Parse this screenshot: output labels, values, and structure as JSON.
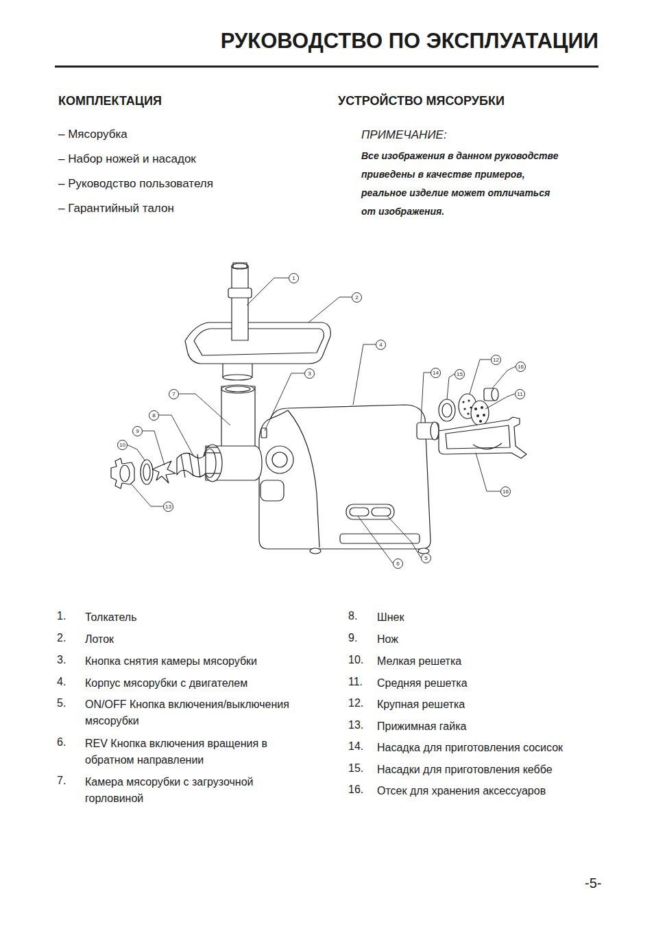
{
  "diagram": {
    "title": "РУКОВОДСТВО ПО ЭКСПЛУАТАЦИИ",
    "labels": [
      "КОМПЛЕКТАЦИЯ",
      "– Мясорубка",
      "– Набор ножей и насадок",
      "– Руководство пользователя",
      "– Гарантийный талон",
      "УСТРОЙСТВО МЯСОРУБКИ",
      "ПРИМЕЧАНИЕ:",
      "Все изображения в данном руководстве приведены в качестве примеров, реальное изделие может отличаться от изображения.",
      "1",
      "2",
      "4",
      "12",
      "16",
      "14",
      "3",
      "15",
      "7",
      "11",
      "8",
      "9",
      "10",
      "16",
      "13",
      "5",
      "6",
      "1.",
      "Толкатель",
      "2.",
      "Лоток",
      "3.",
      "Кнопка снятия камеры мясорубки",
      "4.",
      "Корпус мясорубки с двигателем",
      "5.",
      "ON/OFF Кнопка включения/выключения мясорубки",
      "6.",
      "REV Кнопка включения вращения в обратном направлении",
      "7.",
      "Камера мясорубки с загрузочной горловиной",
      "8.",
      "Шнек",
      "9.",
      "Нож",
      "10.",
      "Мелкая решетка",
      "11.",
      "Средняя решетка",
      "12.",
      "Крупная решетка",
      "13.",
      "Прижимная гайка",
      "14.",
      "Насадка для приготовления сосисок",
      "15.",
      "Насадки для приготовления кеббе",
      "16.",
      "Отсек для хранения аксессуаров",
      "-5-"
    ]
  }
}
